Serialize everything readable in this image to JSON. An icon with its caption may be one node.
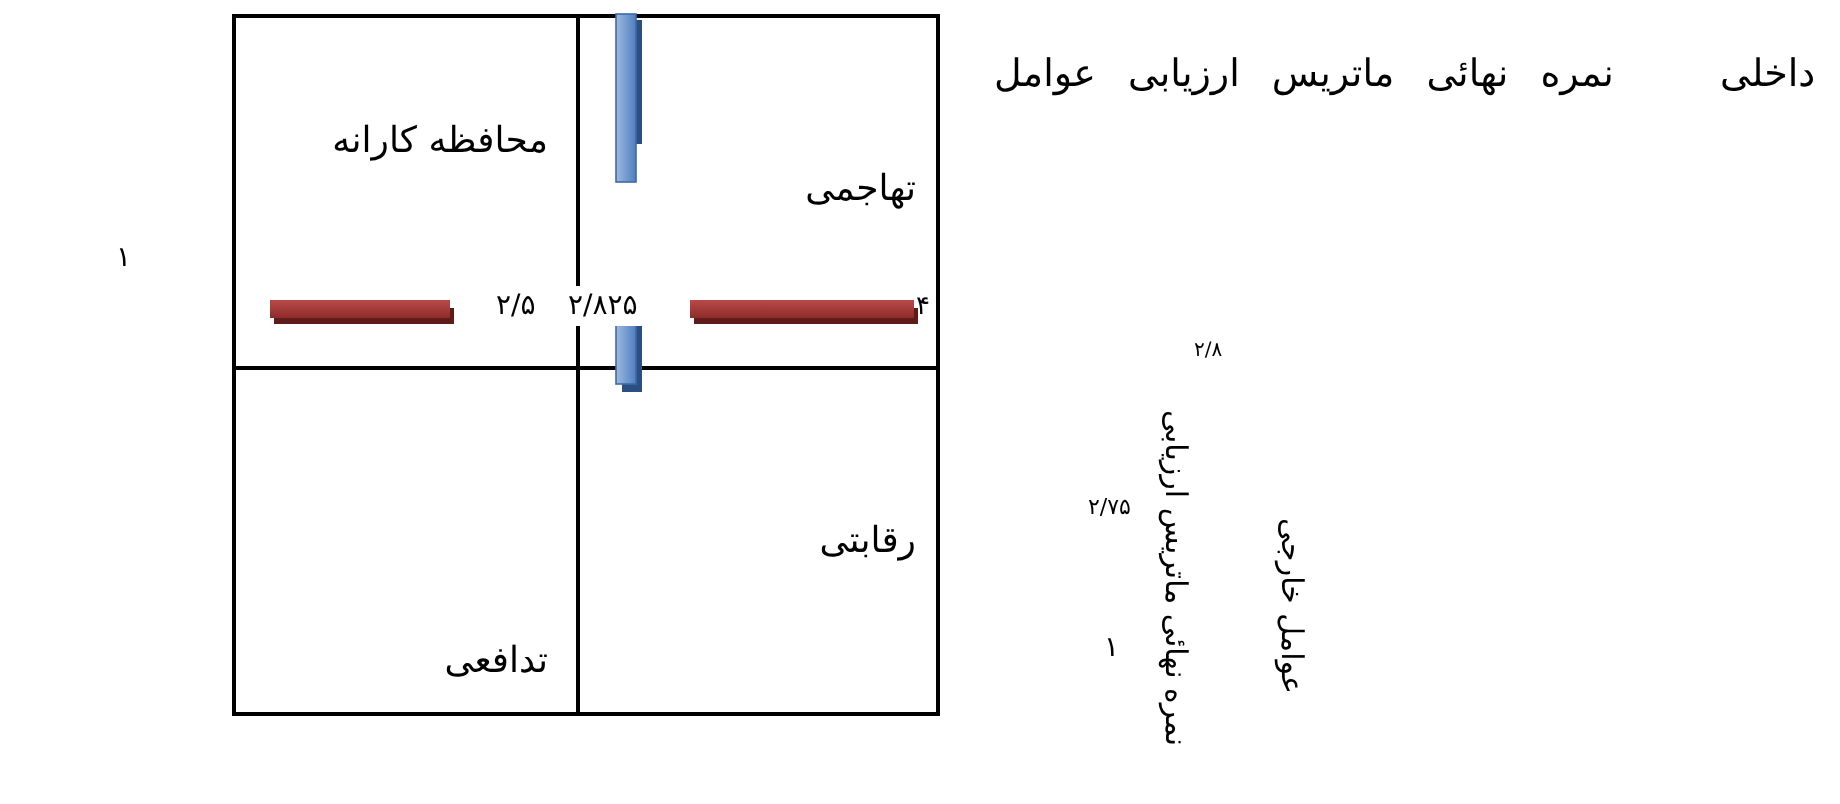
{
  "diagram": {
    "nodes": [
      {
        "text": [
          "محافظه کارانه"
        ]
      },
      {
        "text": [
          "تهاجمی"
        ]
      },
      {
        "text": [
          "تدافعی"
        ]
      },
      {
        "text": [
          "رقابتی"
        ]
      }
    ],
    "labels": [
      "نمره نهائی ماتریس ارزیابی عوامل",
      "داخلی",
      "۱",
      "۲/۵",
      "۲/۸۲۵",
      "۴",
      "۲/۸",
      "۲/۷۵",
      "نمره نهائی ماتریس ارزیابی",
      "عوامل خارجی",
      "۱"
    ]
  }
}
